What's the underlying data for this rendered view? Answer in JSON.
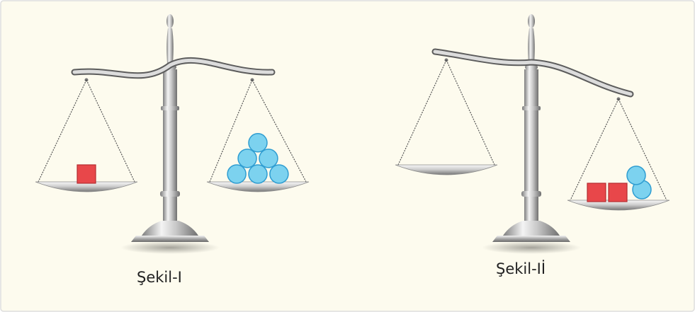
{
  "colors": {
    "panel_background": "#fdfbee",
    "panel_border": "#dedede",
    "block": "#e8474a",
    "ball": "#7cd2ef"
  },
  "figures": [
    {
      "caption": "Şekil-I",
      "balanced": true,
      "left_pan": {
        "blocks": 1,
        "balls": 0
      },
      "right_pan": {
        "blocks": 0,
        "balls": 6
      }
    },
    {
      "caption": "Şekil-Iİ",
      "balanced": false,
      "tilt": "right pan lower",
      "left_pan": {
        "blocks": 0,
        "balls": 0
      },
      "right_pan": {
        "blocks": 2,
        "balls": 2
      }
    }
  ]
}
